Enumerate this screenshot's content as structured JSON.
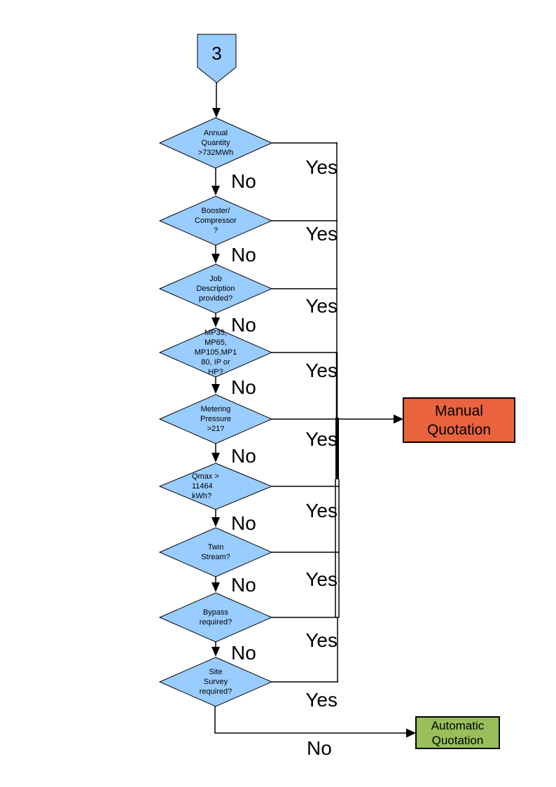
{
  "colors": {
    "background": "#FFFFFF",
    "node_fill": "#99CCFF",
    "manual_fill": "#E9643E",
    "automatic_fill": "#99BE5A",
    "line": "#000000"
  },
  "connector": {
    "label": "3"
  },
  "labels": {
    "yes": "Yes",
    "no": "No"
  },
  "decisions": [
    {
      "label": "Annual\nQuantity\n>732MWh"
    },
    {
      "label": "Booster/\nCompressor\n?"
    },
    {
      "label": "Job\nDescription\nprovided?"
    },
    {
      "label": "MP35,\nMP65,\nMP105,MP1\n80, IP or\nHP?"
    },
    {
      "label": "Metering\nPressure\n>21?"
    },
    {
      "label": "Qmax >\n11464\nkWh?"
    },
    {
      "label": "Twin\nStream?"
    },
    {
      "label": "Bypass\nrequired?"
    },
    {
      "label": "Site\nSurvey\nrequired?"
    }
  ],
  "outcomes": {
    "manual": {
      "label": "Manual\nQuotation"
    },
    "automatic": {
      "label": "Automatic\nQuotation"
    }
  }
}
